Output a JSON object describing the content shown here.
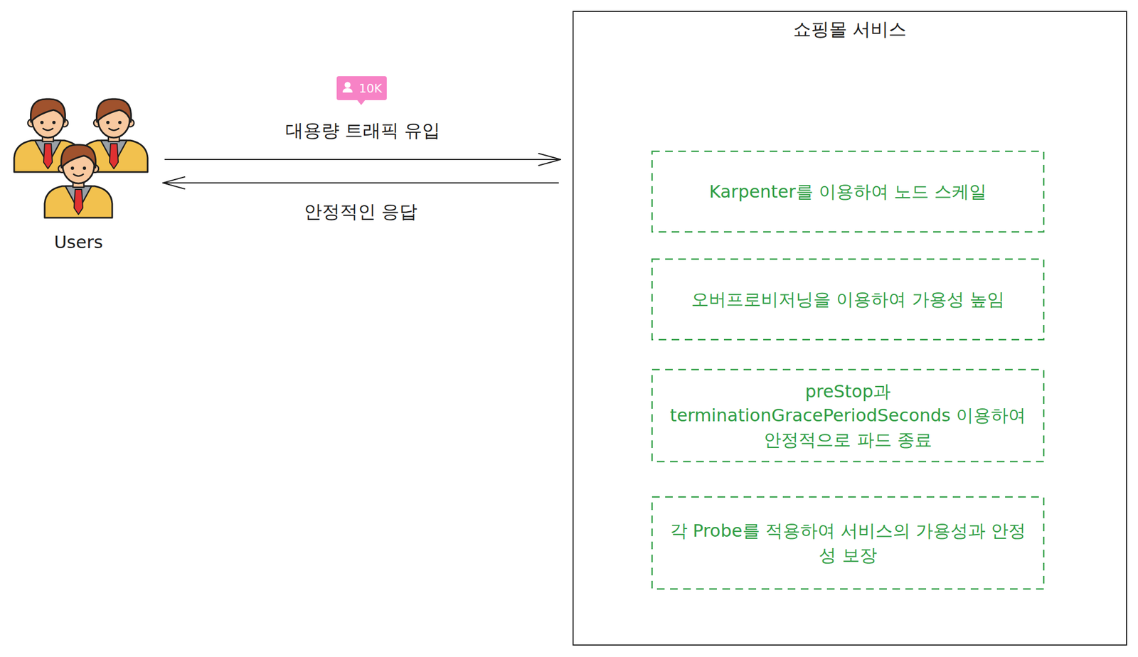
{
  "diagram": {
    "nodes": [
      {
        "text": [
          "Users"
        ]
      },
      {
        "text": [
          "쇼핑몰 서비스"
        ]
      },
      {
        "text": [
          "Karpenter를 이용하여 노드 스케일"
        ],
        "in": 1
      },
      {
        "text": [
          "오버프로비저닝을 이용하여 가용성 높임"
        ],
        "in": 1
      },
      {
        "text": [
          "preStop과 terminationGracePeriodSeconds 이용하여 안정적으로 파드 종료"
        ],
        "in": 1
      },
      {
        "text": [
          "각 Probe를 적용하여 서비스의 가용성과 안정성 보장"
        ],
        "in": 1
      }
    ],
    "edges": [
      {
        "from": 0,
        "to": 1,
        "label": "대용량 트래픽 유입",
        "arrow": "to"
      },
      {
        "from": 1,
        "to": 0,
        "label": "안정적인 응답",
        "arrow": "to"
      }
    ],
    "labels": [
      "10K"
    ]
  }
}
